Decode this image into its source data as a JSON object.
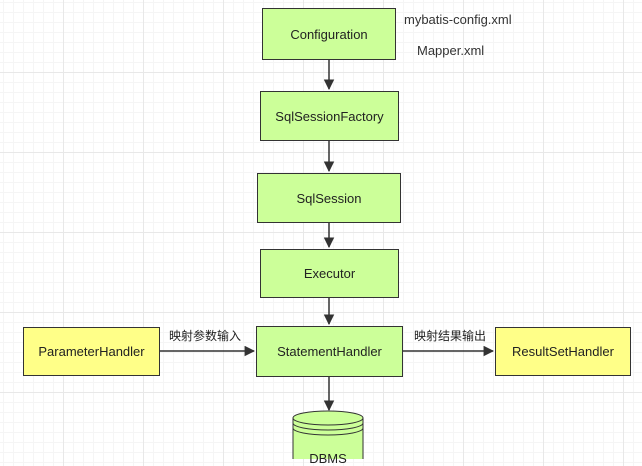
{
  "nodes": {
    "configuration": "Configuration",
    "sql_session_factory": "SqlSessionFactory",
    "sql_session": "SqlSession",
    "executor": "Executor",
    "statement_handler": "StatementHandler",
    "parameter_handler": "ParameterHandler",
    "result_set_handler": "ResultSetHandler",
    "dbms": "DBMS"
  },
  "notes": {
    "config_file": "mybatis-config.xml",
    "mapper_file": "Mapper.xml"
  },
  "edges": {
    "parameter_mapping": "映射参数输入",
    "result_mapping": "映射结果输出"
  },
  "colors": {
    "core_fill": "#ccff99",
    "handler_fill": "#ffff88",
    "stroke": "#333333"
  }
}
